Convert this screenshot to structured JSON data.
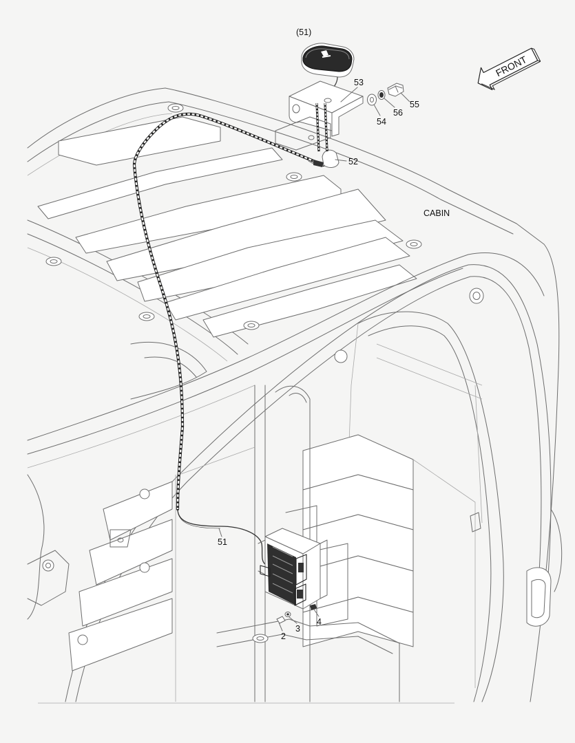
{
  "labels": {
    "antenna_assembly": "(51)",
    "bracket": "53",
    "washer": "54",
    "spring_washer": "56",
    "bolt": "55",
    "antenna_base": "52",
    "section": "CABIN",
    "cable": "51",
    "screw": "2",
    "lock_washer": "3",
    "nut": "4"
  },
  "front_arrow": {
    "text": "FRONT"
  },
  "colors": {
    "background": "#f5f5f4",
    "line": "#6d6d6d",
    "ink": "#111111"
  }
}
